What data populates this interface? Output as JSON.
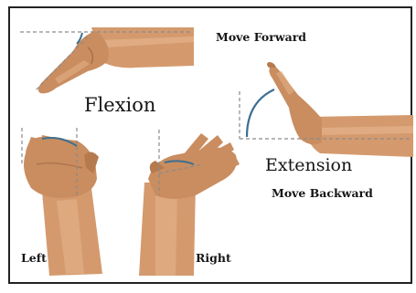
{
  "labels": {
    "move_forward": "Move Forward",
    "flexion": "Flexion",
    "extension": "Extension",
    "move_backward": "Move Backward",
    "left": "Left",
    "right": "Right"
  },
  "colors": {
    "skin": "#d49a6e",
    "skin_shadow": "#b57a4e",
    "skin_highlight": "#e8b78f",
    "guide_line": "#8a8a8a",
    "arc": "#3c6f91",
    "border": "#222222"
  }
}
